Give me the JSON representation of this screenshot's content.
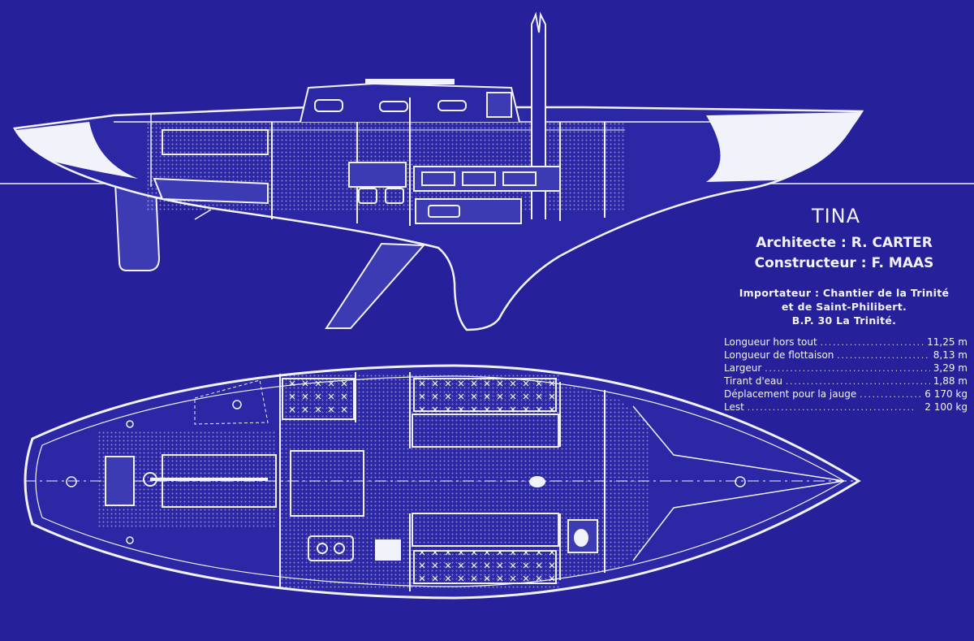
{
  "boat": {
    "name": "TINA",
    "architect_line": "Architecte : R. CARTER",
    "builder_line": "Constructeur : F. MAAS"
  },
  "importer": {
    "lines": [
      "Importateur : Chantier de la Trinité",
      "et de Saint-Philibert.",
      "B.P. 30 La Trinité."
    ]
  },
  "specs": [
    {
      "label": "Longueur hors tout",
      "value": "11,25 m"
    },
    {
      "label": "Longueur de flottaison",
      "value": "8,13 m"
    },
    {
      "label": "Largeur",
      "value": "3,29 m"
    },
    {
      "label": "Tirant d'eau",
      "value": "1,88 m"
    },
    {
      "label": "Déplacement pour la jauge",
      "value": "6 170 kg"
    },
    {
      "label": "Lest",
      "value": "2 100 kg"
    }
  ],
  "colors": {
    "background": "#26219a",
    "line": "#f2f2fb",
    "shade": "#3d3bb4"
  }
}
